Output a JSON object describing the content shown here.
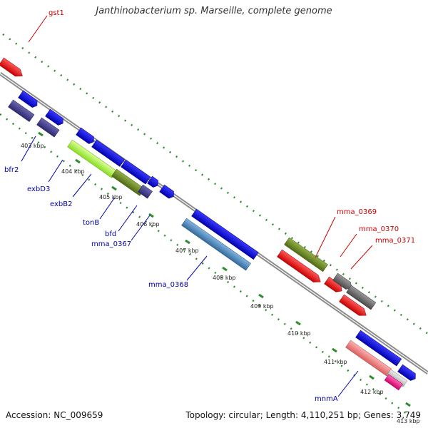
{
  "title": "Janthinobacterium sp. Marseille, complete genome",
  "footer": {
    "accession": "Accession: NC_009659",
    "stats": "Topology: circular; Length: 4,110,251 bp; Genes: 3,749"
  },
  "colors": {
    "backbone": "#8a8a8a",
    "dots": "#2e8b2e",
    "label_forward": "#cc0000",
    "label_reverse": "#0000aa"
  },
  "ticks": [
    "403 kbp",
    "404 kbp",
    "405 kbp",
    "406 kbp",
    "407 kbp",
    "408 kbp",
    "409 kbp",
    "410 kbp",
    "411 kbp",
    "412 kbp",
    "413 kbp"
  ],
  "forward_labels": [
    "gst1",
    "mma_0369",
    "mma_0370",
    "mma_0371"
  ],
  "reverse_labels": [
    "bfr2",
    "exbD3",
    "exbB2",
    "tonB",
    "bfd",
    "mma_0367",
    "mma_0368",
    "mnmA"
  ],
  "legend_colors": {
    "red": "#ee0000",
    "blue": "#0000ee",
    "navy": "#3f3a8c",
    "lime": "#aaff44",
    "olive": "#6b8e23",
    "steel": "#4682b4",
    "gray": "#707070",
    "pink": "#f08080",
    "magenta": "#ff1493"
  }
}
